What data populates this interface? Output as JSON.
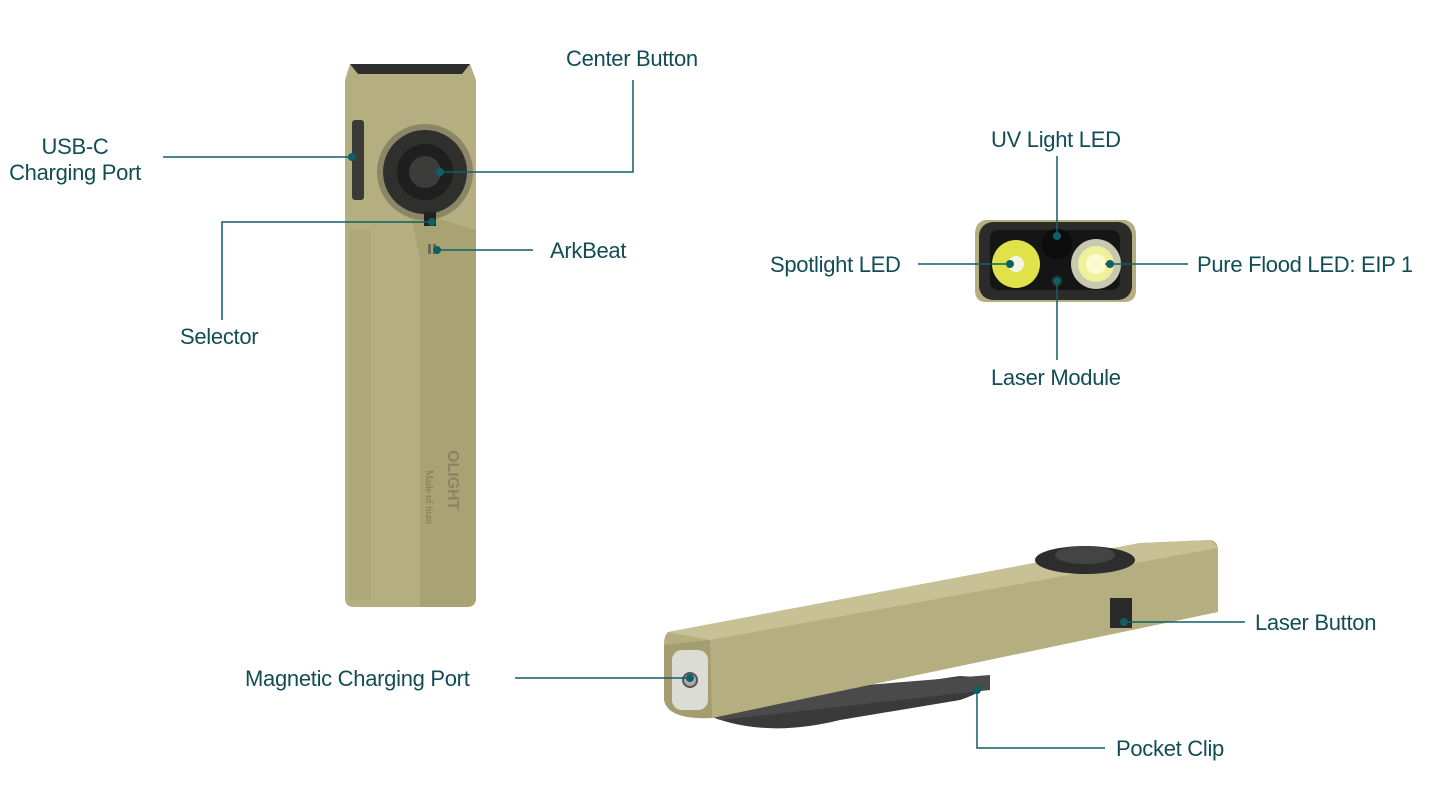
{
  "colors": {
    "label": "#124d56",
    "leader_line": "#0f5f66",
    "body": "#b5ae80",
    "dark": "#2b2b2b"
  },
  "labels": {
    "center_button": "Center Button",
    "usb_c_line1": "USB-C",
    "usb_c_line2": "Charging Port",
    "selector": "Selector",
    "arkbeat": "ArkBeat",
    "uv_light_led": "UV Light LED",
    "spotlight_led": "Spotlight LED",
    "pure_flood_led": "Pure Flood LED: EIP 1",
    "laser_module": "Laser Module",
    "laser_button": "Laser Button",
    "magnetic_charging_port": "Magnetic Charging Port",
    "pocket_clip": "Pocket Clip"
  },
  "product": {
    "brand": "OLIGHT",
    "engraving": "Made of titan"
  }
}
